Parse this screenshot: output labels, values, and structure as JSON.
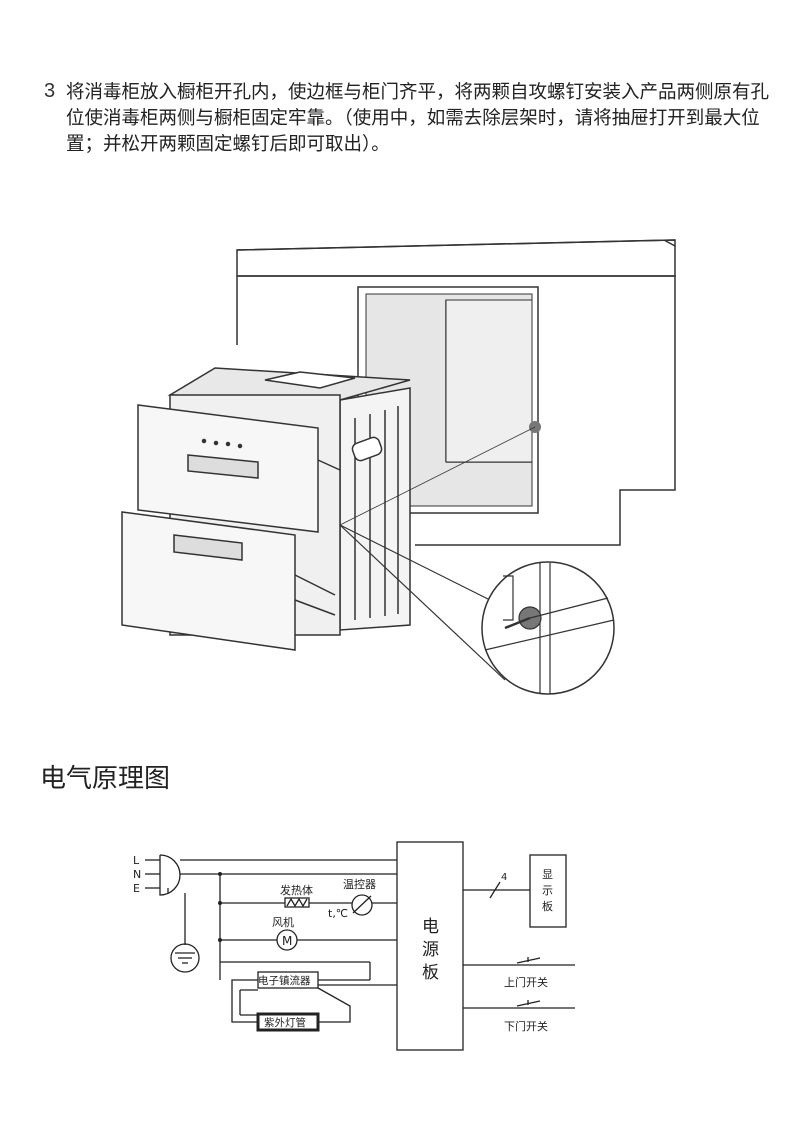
{
  "step": {
    "number": "3",
    "text": "将消毒柜放入橱柜开孔内，使边框与柜门齐平，将两颗自攻螺钉安装入产品两侧原有孔位使消毒柜两侧与橱柜固定牢靠。（使用中，如需去除层架时，请将抽屉打开到最大位置；并松开两颗固定螺钉后即可取出）。"
  },
  "section_title": "电气原理图",
  "schematic": {
    "line_labels": {
      "l": "L",
      "n": "N",
      "e": "E"
    },
    "heater_label": "发热体",
    "thermostat_label": "温控器",
    "thermostat_symbol": "t,℃",
    "fan_label": "风机",
    "motor_symbol": "M",
    "ballast_label": "电子镇流器",
    "uv_lamp_label": "紫外灯管",
    "power_board_label": [
      "电",
      "源",
      "板"
    ],
    "bus_count": "4",
    "display_label": [
      "显",
      "示",
      "板"
    ],
    "upper_switch_label": "上门开关",
    "lower_switch_label": "下门开关"
  }
}
